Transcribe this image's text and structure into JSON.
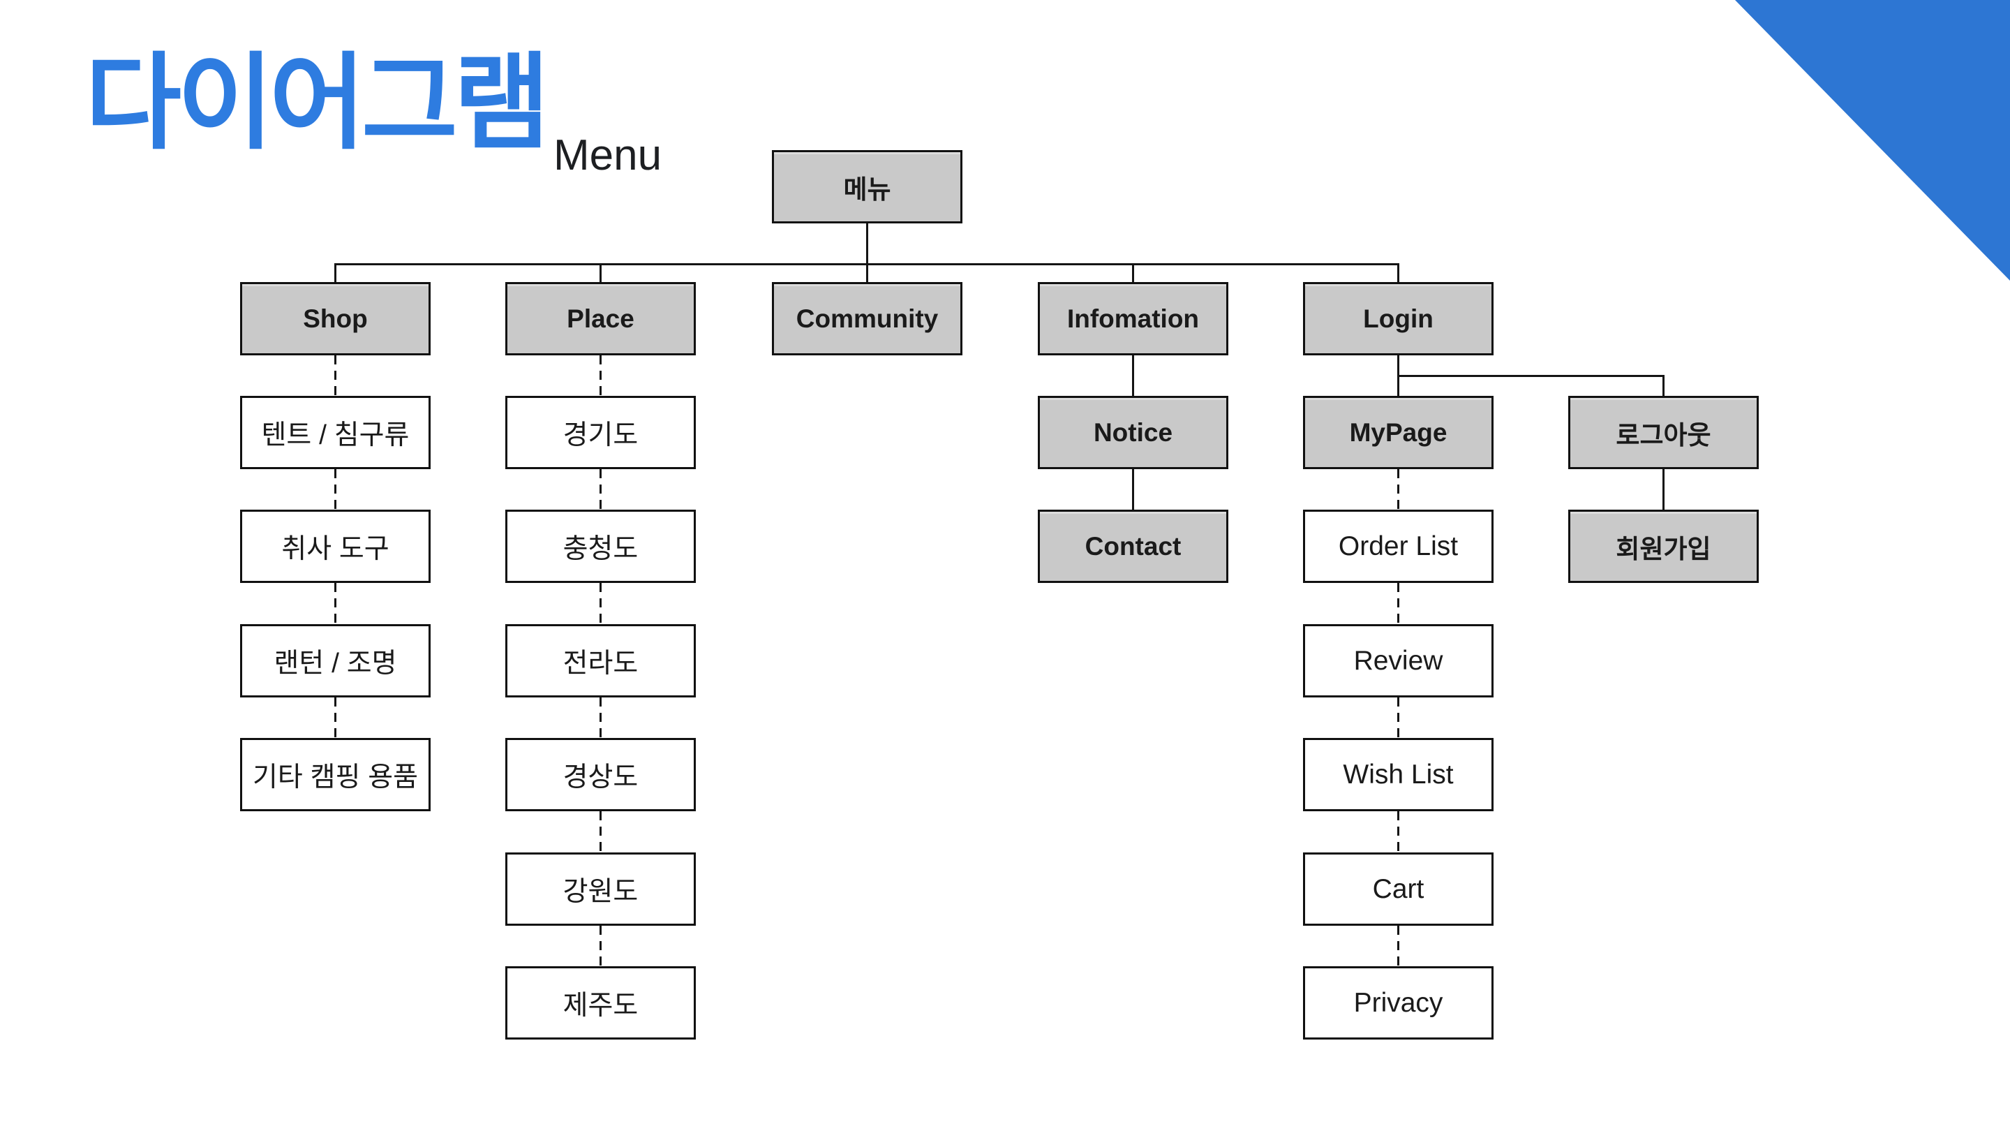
{
  "header": {
    "title": "다이어그램",
    "subtitle": "Menu"
  },
  "colors": {
    "title_blue": "#2E7CE0",
    "corner_triangle_blue": "#2D76D3",
    "node_gray_fill": "#C9C9C9",
    "node_white_fill": "#FFFFFF",
    "node_border": "#111111",
    "connector": "#141414"
  },
  "tree": {
    "root": {
      "label": "메뉴"
    },
    "level2": [
      {
        "id": "shop",
        "label": "Shop",
        "children": [
          "텐트 / 침구류",
          "취사 도구",
          "랜턴 / 조명",
          "기타 캠핑 용품"
        ]
      },
      {
        "id": "place",
        "label": "Place",
        "children": [
          "경기도",
          "충청도",
          "전라도",
          "경상도",
          "강원도",
          "제주도"
        ]
      },
      {
        "id": "community",
        "label": "Community",
        "children": []
      },
      {
        "id": "infomation",
        "label": "Infomation",
        "children": [
          "Notice",
          "Contact"
        ]
      },
      {
        "id": "login",
        "label": "Login",
        "children": [
          {
            "label": "MyPage",
            "children": [
              "Order List",
              "Review",
              "Wish List",
              "Cart",
              "Privacy"
            ]
          },
          {
            "label": "로그아웃",
            "children": [
              "회원가입"
            ]
          }
        ]
      }
    ]
  }
}
